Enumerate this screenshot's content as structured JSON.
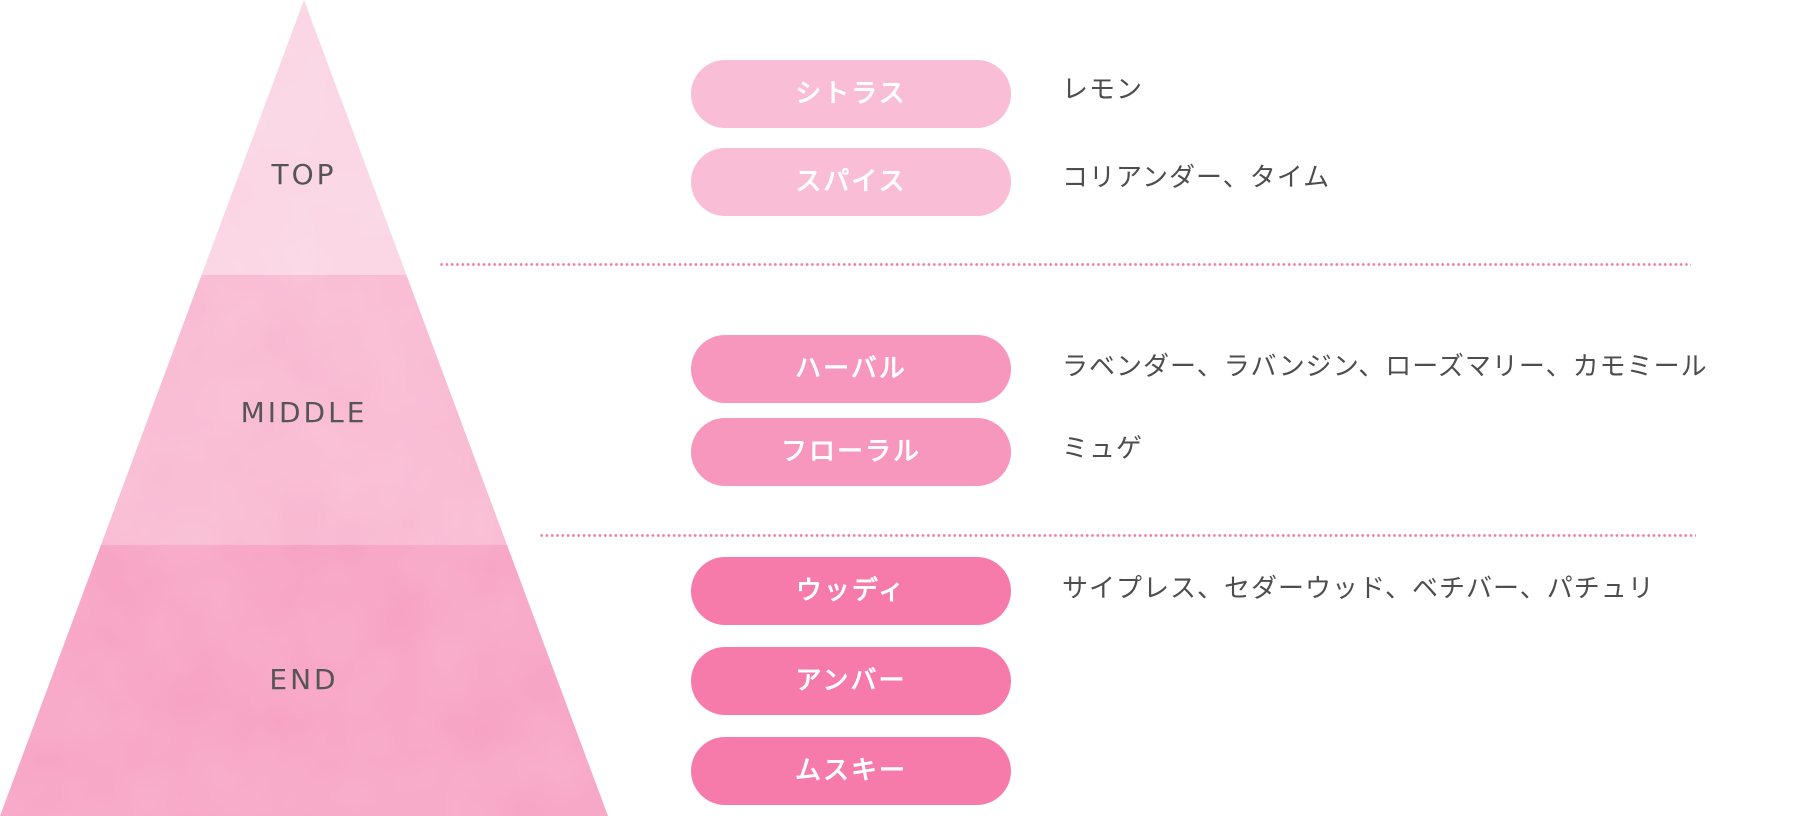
{
  "colors": {
    "tier_top": "#fbd3e3",
    "tier_middle": "#f8b7d0",
    "tier_end": "#f7a0c2",
    "pill_top": "#f9bdd6",
    "pill_middle": "#f797bd",
    "pill_end": "#f67bab",
    "label_text": "#555555",
    "note_text": "#4d4d4d",
    "divider": "#ec7fa9"
  },
  "tiers": [
    {
      "label": "TOP",
      "categories": [
        {
          "name": "シトラス",
          "notes": "レモン"
        },
        {
          "name": "スパイス",
          "notes": "コリアンダー、タイム"
        }
      ]
    },
    {
      "label": "MIDDLE",
      "categories": [
        {
          "name": "ハーバル",
          "notes": "ラベンダー、ラバンジン、ローズマリー、カモミール"
        },
        {
          "name": "フローラル",
          "notes": "ミュゲ"
        }
      ]
    },
    {
      "label": "END",
      "categories": [
        {
          "name": "ウッディ",
          "notes": "サイプレス、セダーウッド、ベチバー、パチュリ"
        },
        {
          "name": "アンバー",
          "notes": ""
        },
        {
          "name": "ムスキー",
          "notes": ""
        }
      ]
    }
  ]
}
